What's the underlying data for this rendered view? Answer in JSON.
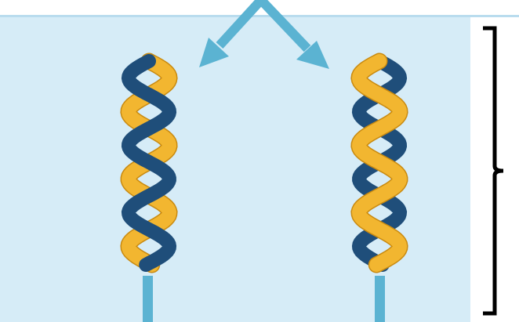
{
  "diagram": {
    "panel_color": "#d6ecf7",
    "arrow_color": "#5bb3d2",
    "strand_dark": "#1f4e7a",
    "strand_gold": "#f2b630",
    "strand_gold_edge": "#c98a10",
    "bracket_color": "#000000",
    "helices": [
      {
        "id": "left-helix",
        "strand_order": [
          "gold",
          "dark"
        ]
      },
      {
        "id": "right-helix",
        "strand_order": [
          "dark",
          "gold"
        ]
      }
    ]
  }
}
